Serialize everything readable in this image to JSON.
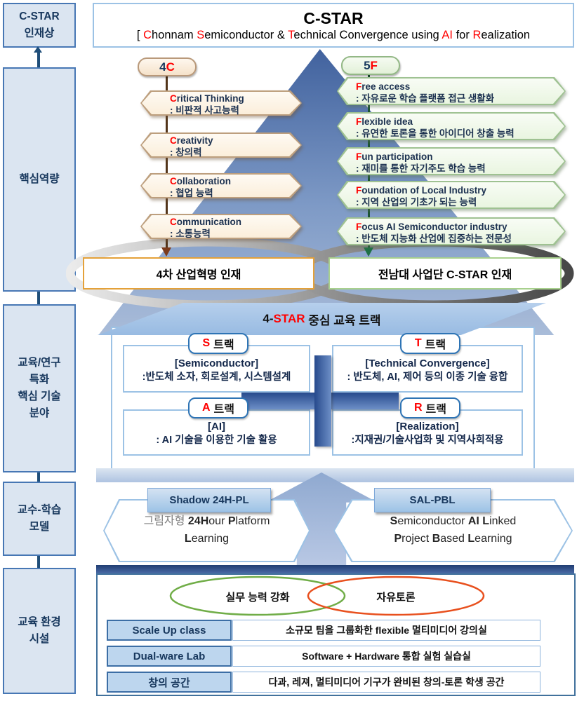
{
  "header": {
    "title": "C-STAR",
    "subtitle_parts": [
      "[ ",
      "C",
      "honnam ",
      "S",
      "emiconductor & ",
      "T",
      "echnical Convergence using ",
      "AI",
      " for ",
      "R",
      "ealization"
    ]
  },
  "sidebar": {
    "items": [
      {
        "lines": [
          "C-STAR",
          "인재상"
        ]
      },
      {
        "lines": [
          "핵심역량"
        ]
      },
      {
        "lines": [
          "교육/연구",
          "특화",
          "핵심 기술",
          "분야"
        ]
      },
      {
        "lines": [
          "교수-학습",
          "모델"
        ]
      },
      {
        "lines": [
          "교육 환경",
          "시설"
        ]
      }
    ]
  },
  "four_c": {
    "badge_num": "4",
    "badge_letter": "C",
    "items": [
      {
        "first": "C",
        "rest": "ritical Thinking",
        "desc": ": 비판적 사고능력"
      },
      {
        "first": "C",
        "rest": "reativity",
        "desc": ": 창의력"
      },
      {
        "first": "C",
        "rest": "ollaboration",
        "desc": ": 협업 능력"
      },
      {
        "first": "C",
        "rest": "ommunication",
        "desc": ": 소통능력"
      }
    ]
  },
  "five_f": {
    "badge_num": "5",
    "badge_letter": "F",
    "items": [
      {
        "first": "F",
        "rest": "ree access",
        "desc": ": 자유로운 학습 플랫폼 접근 생활화"
      },
      {
        "first": "F",
        "rest": "lexible idea",
        "desc": ": 유연한 토론을 통한 아이디어 창출 능력"
      },
      {
        "first": "F",
        "rest": "un participation",
        "desc": ": 재미를 통한 자기주도 학습 능력"
      },
      {
        "first": "F",
        "rest": "oundation of Local Industry",
        "desc": ": 지역 산업의 기초가 되는 능력"
      },
      {
        "first": "F",
        "rest": "ocus AI Semiconductor industry",
        "desc": ": 반도체 지능화 산업에 집중하는 전문성"
      }
    ]
  },
  "talent": {
    "left": "4차 산업혁명 인재",
    "right": "전남대 사업단 C-STAR 인재"
  },
  "band": {
    "pre": "4-",
    "highlight": "STAR",
    "post": " 중심 교육 트랙"
  },
  "tracks": {
    "items": [
      {
        "letter": "S",
        "word": "트랙",
        "title": "[Semiconductor]",
        "desc": ":반도체 소자, 회로설계, 시스템설계"
      },
      {
        "letter": "T",
        "word": "트랙",
        "title": "[Technical Convergence]",
        "desc": ": 반도체, AI, 제어 등의 이종 기술 융합"
      },
      {
        "letter": "A",
        "word": "트랙",
        "title": "[AI]",
        "desc": ": AI 기술을 이용한 기술 활용"
      },
      {
        "letter": "R",
        "word": "트랙",
        "title": "[Realization]",
        "desc": ":지재권/기술사업화 및 지역사회적용"
      }
    ]
  },
  "models": {
    "left": {
      "header": "Shadow 24H-PL",
      "l1a": "그림자형 ",
      "l1b": "24H",
      "l1c": "our ",
      "l1d": "P",
      "l1e": "latform",
      "l2a": "L",
      "l2b": "earning"
    },
    "right": {
      "header": "SAL-PBL",
      "l1a": "S",
      "l1b": "emiconductor ",
      "l1c": "AI ",
      "l1d": "L",
      "l1e": "inked",
      "l2a": "P",
      "l2b": "roject ",
      "l2c": "B",
      "l2d": "ased ",
      "l2e": "L",
      "l2f": "earning"
    }
  },
  "environment": {
    "venn_left": "실무 능력 강화",
    "venn_right": "자유토론",
    "rows": [
      {
        "label": "Scale Up class",
        "value": "소규모 팀을 그룹화한 flexible 멀티미디어 강의실"
      },
      {
        "label": "Dual-ware Lab",
        "value": "Software + Hardware 통합 실험 실습실"
      },
      {
        "label": "창의 공간",
        "value": "다과, 레져, 멀티미디어 기구가 완비된 창의-토론 학생 공간"
      }
    ]
  },
  "colors": {
    "key_letter_red": "#ff0000",
    "navy_text": "#17375d",
    "cream_fill": "#fbeeda",
    "cream_border": "#bd9f7e",
    "green_fill": "#e9f5e0",
    "green_border": "#9fc292",
    "triangle_blue": "#41629e",
    "band_fill": "#a9c7e8",
    "cross_blue": "#2f5597",
    "track_badge_border": "#2e74b5",
    "venn_green": "#70ad47",
    "venn_orange": "#e8501e",
    "row_label_fill": "#bdd6ee",
    "sidebar_fill": "#dbe5f1",
    "sidebar_border": "#4777b4"
  }
}
